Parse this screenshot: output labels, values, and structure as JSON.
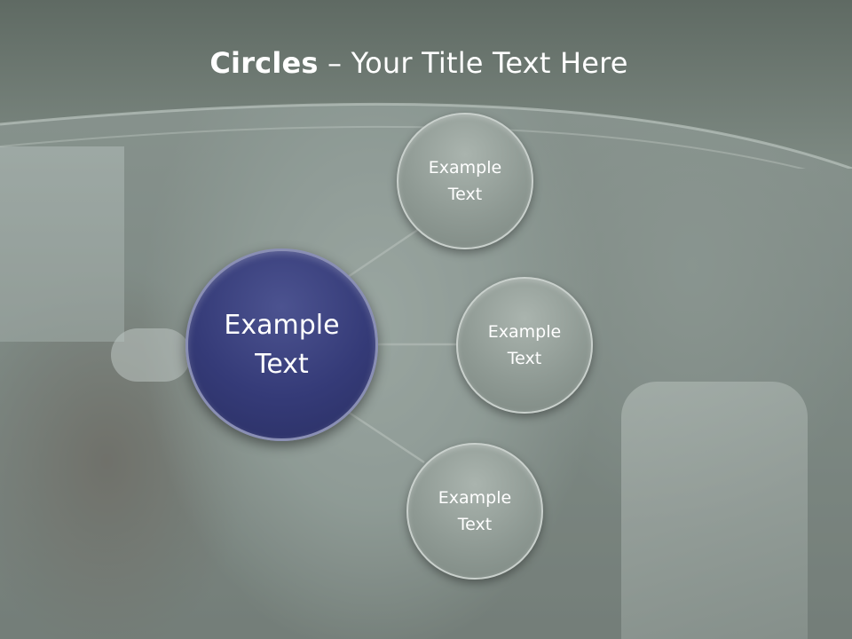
{
  "slide": {
    "title_bold": "Circles",
    "title_rest": " – Your Title Text Here"
  },
  "diagram": {
    "center": {
      "label": "Example Text",
      "color": "#353b78"
    },
    "nodes": [
      {
        "label": "Example Text"
      },
      {
        "label": "Example Text"
      },
      {
        "label": "Example Text"
      }
    ],
    "node_color": "#8f9a94",
    "connector_color": "#a9b3ae"
  }
}
